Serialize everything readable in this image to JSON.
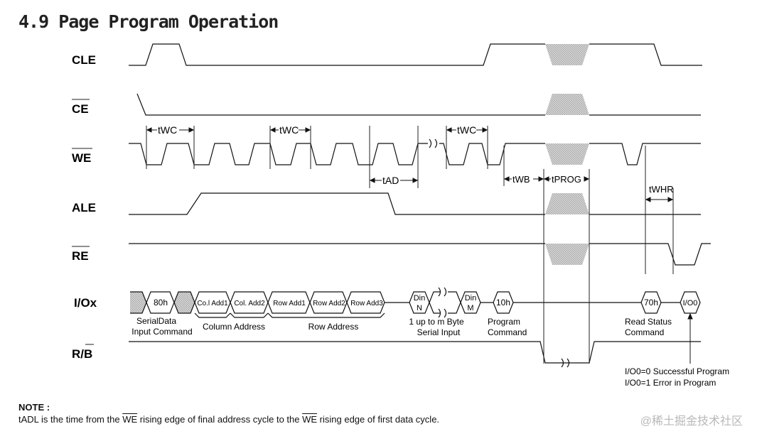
{
  "title": "4.9 Page Program Operation",
  "signals": {
    "cle": "CLE",
    "ce": "CE",
    "we": "WE",
    "ale": "ALE",
    "re": "RE",
    "io": "I/Ox",
    "rb_r": "R/",
    "rb_b": "B"
  },
  "timing": {
    "twc": "tWC",
    "tad": "tAD",
    "twb": "tWB",
    "tprog": "tPROG",
    "twhr": "tWHR"
  },
  "io_boxes": {
    "cmd80": "80h",
    "col_add1": "Co.l Add1",
    "col_add2": "Col. Add2",
    "row_add1": "Row Add1",
    "row_add2": "Row Add2",
    "row_add3": "Row Add3",
    "din_n_1": "Din",
    "din_n_2": "N",
    "din_m_1": "Din",
    "din_m_2": "M",
    "cmd10": "10h",
    "cmd70": "70h",
    "io0": "I/O0"
  },
  "io_labels": {
    "serial_data_1": "SerialData",
    "serial_data_2": "Input Command",
    "column_address": "Column Address",
    "row_address": "Row Address",
    "byte_input_1": "1 up to m Byte",
    "byte_input_2": "Serial Input",
    "program_cmd_1": "Program",
    "program_cmd_2": "Command",
    "read_status_1": "Read Status",
    "read_status_2": "Command",
    "result_1": "I/O0=0 Successful Program",
    "result_2": "I/O0=1 Error in Program"
  },
  "note": {
    "heading": "NOTE :",
    "text_a": "tADL is the time from the ",
    "we1": "WE",
    "text_b": " rising edge of final address cycle to the ",
    "we2": "WE",
    "text_c": " rising edge of first data cycle."
  },
  "watermark": "@稀土掘金技术社区",
  "colors": {
    "line": "#111111",
    "hatch": "#9a9a9a"
  }
}
